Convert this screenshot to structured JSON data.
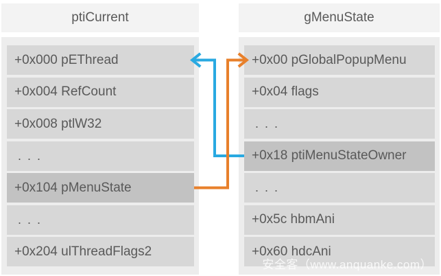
{
  "left_table": {
    "title": "ptiCurrent",
    "rows": [
      {
        "label": "+0x000 pEThread",
        "highlight": false,
        "dots": false
      },
      {
        "label": "+0x004 RefCount",
        "highlight": false,
        "dots": false
      },
      {
        "label": "+0x008 ptlW32",
        "highlight": false,
        "dots": false
      },
      {
        "label": ". . .",
        "highlight": false,
        "dots": true
      },
      {
        "label": "+0x104 pMenuState",
        "highlight": true,
        "dots": false
      },
      {
        "label": ". . .",
        "highlight": false,
        "dots": true
      },
      {
        "label": "+0x204 ulThreadFlags2",
        "highlight": false,
        "dots": false
      }
    ]
  },
  "right_table": {
    "title": "gMenuState",
    "rows": [
      {
        "label": "+0x00 pGlobalPopupMenu",
        "highlight": false,
        "dots": false
      },
      {
        "label": "+0x04 flags",
        "highlight": false,
        "dots": false
      },
      {
        "label": ". . .",
        "highlight": false,
        "dots": true
      },
      {
        "label": "+0x18 ptiMenuStateOwner",
        "highlight": true,
        "dots": false
      },
      {
        "label": ". . .",
        "highlight": false,
        "dots": true
      },
      {
        "label": "+0x5c hbmAni",
        "highlight": false,
        "dots": false
      },
      {
        "label": "+0x60 hdcAni",
        "highlight": false,
        "dots": false
      }
    ]
  },
  "arrows": [
    {
      "name": "pMenuState-to-gMenuState",
      "from": "+0x104 pMenuState",
      "to": "+0x00 pGlobalPopupMenu",
      "color": "#e8802b"
    },
    {
      "name": "ptiMenuStateOwner-to-ptiCurrent",
      "from": "+0x18 ptiMenuStateOwner",
      "to": "+0x000 pEThread",
      "color": "#29a9e1"
    }
  ],
  "watermark": "安全客（www.anquanke.com）",
  "colors": {
    "orange_arrow": "#e8802b",
    "blue_arrow": "#29a9e1",
    "header_bg": "#f3f3f3",
    "panel_bg": "#ededed",
    "row_bg": "#d7d7d7",
    "row_highlight_bg": "#c2c2c2",
    "text": "#595959"
  }
}
